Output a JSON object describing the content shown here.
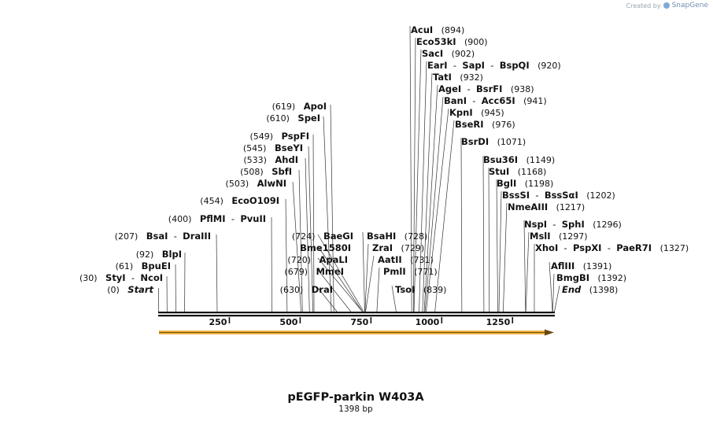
{
  "watermark": {
    "created_by": "Created by",
    "brand": "SnapGene"
  },
  "map": {
    "name": "pEGFP-parkin W403A",
    "length_label": "1398 bp",
    "length": 1398,
    "scale_ticks": [
      "250",
      "500",
      "750",
      "1000",
      "1250"
    ],
    "scale_tick_values": [
      250,
      500,
      750,
      1000,
      1250
    ],
    "feature": {
      "type": "arrow",
      "direction": "forward",
      "start": 1,
      "end": 1398,
      "color": "#f0b341"
    }
  },
  "sites": [
    {
      "id": "start",
      "side": "left",
      "pos": 0,
      "pos_label": "(0)",
      "names": [
        "Start"
      ],
      "italic": true
    },
    {
      "id": "styi",
      "side": "left",
      "pos": 30,
      "pos_label": "(30)",
      "names": [
        "StyI",
        "NcoI"
      ]
    },
    {
      "id": "bpuei",
      "side": "left",
      "pos": 61,
      "pos_label": "(61)",
      "names": [
        "BpuEI"
      ]
    },
    {
      "id": "blpi",
      "side": "left",
      "pos": 92,
      "pos_label": "(92)",
      "names": [
        "BlpI"
      ]
    },
    {
      "id": "bsai",
      "side": "left",
      "pos": 207,
      "pos_label": "(207)",
      "names": [
        "BsaI",
        "DraIII"
      ]
    },
    {
      "id": "pflmi",
      "side": "left",
      "pos": 400,
      "pos_label": "(400)",
      "names": [
        "PflMI",
        "PvuII"
      ]
    },
    {
      "id": "ecoo109i",
      "side": "left",
      "pos": 454,
      "pos_label": "(454)",
      "names": [
        "EcoO109I"
      ]
    },
    {
      "id": "alwni",
      "side": "left",
      "pos": 503,
      "pos_label": "(503)",
      "names": [
        "AlwNI"
      ]
    },
    {
      "id": "sbfi",
      "side": "left",
      "pos": 508,
      "pos_label": "(508)",
      "names": [
        "SbfI"
      ]
    },
    {
      "id": "ahdi",
      "side": "left",
      "pos": 533,
      "pos_label": "(533)",
      "names": [
        "AhdI"
      ]
    },
    {
      "id": "bseyi",
      "side": "left",
      "pos": 545,
      "pos_label": "(545)",
      "names": [
        "BseYI"
      ]
    },
    {
      "id": "pspfi",
      "side": "left",
      "pos": 549,
      "pos_label": "(549)",
      "names": [
        "PspFI"
      ]
    },
    {
      "id": "spei",
      "side": "left",
      "pos": 610,
      "pos_label": "(610)",
      "names": [
        "SpeI"
      ]
    },
    {
      "id": "apoi",
      "side": "left",
      "pos": 619,
      "pos_label": "(619)",
      "names": [
        "ApoI"
      ]
    },
    {
      "id": "drai",
      "side": "left",
      "pos": 630,
      "pos_label": "(630)",
      "names": [
        "DraI"
      ]
    },
    {
      "id": "mmei",
      "side": "left",
      "pos": 679,
      "pos_label": "(679)",
      "names": [
        "MmeI"
      ]
    },
    {
      "id": "apali",
      "side": "left",
      "pos": 720,
      "pos_label": "(720)",
      "names": [
        "ApaLI"
      ]
    },
    {
      "id": "bme1580i",
      "side": "left",
      "pos": 720,
      "pos_label": "",
      "names": [
        "Bme1580I"
      ]
    },
    {
      "id": "baegi",
      "side": "left",
      "pos": 724,
      "pos_label": "(724)",
      "names": [
        "BaeGI"
      ]
    },
    {
      "id": "bsahi",
      "side": "right",
      "pos": 728,
      "pos_label": "(728)",
      "names": [
        "BsaHI"
      ]
    },
    {
      "id": "zrai",
      "side": "right",
      "pos": 729,
      "pos_label": "(729)",
      "names": [
        "ZraI"
      ]
    },
    {
      "id": "aatii",
      "side": "right",
      "pos": 731,
      "pos_label": "(731)",
      "names": [
        "AatII"
      ]
    },
    {
      "id": "pmli",
      "side": "right",
      "pos": 771,
      "pos_label": "(771)",
      "names": [
        "PmlI"
      ]
    },
    {
      "id": "tsoi",
      "side": "right",
      "pos": 839,
      "pos_label": "(839)",
      "names": [
        "TsoI"
      ]
    },
    {
      "id": "acui",
      "side": "right",
      "pos": 894,
      "pos_label": "(894)",
      "names": [
        "AcuI"
      ]
    },
    {
      "id": "eco53ki",
      "side": "right",
      "pos": 900,
      "pos_label": "(900)",
      "names": [
        "Eco53kI"
      ]
    },
    {
      "id": "saci",
      "side": "right",
      "pos": 902,
      "pos_label": "(902)",
      "names": [
        "SacI"
      ]
    },
    {
      "id": "eari",
      "side": "right",
      "pos": 920,
      "pos_label": "(920)",
      "names": [
        "EarI",
        "SapI",
        "BspQI"
      ]
    },
    {
      "id": "tati",
      "side": "right",
      "pos": 932,
      "pos_label": "(932)",
      "names": [
        "TatI"
      ]
    },
    {
      "id": "agei",
      "side": "right",
      "pos": 938,
      "pos_label": "(938)",
      "names": [
        "AgeI",
        "BsrFI"
      ]
    },
    {
      "id": "bani",
      "side": "right",
      "pos": 941,
      "pos_label": "(941)",
      "names": [
        "BanI",
        "Acc65I"
      ]
    },
    {
      "id": "kpni",
      "side": "right",
      "pos": 945,
      "pos_label": "(945)",
      "names": [
        "KpnI"
      ]
    },
    {
      "id": "bseri",
      "side": "right",
      "pos": 976,
      "pos_label": "(976)",
      "names": [
        "BseRI"
      ]
    },
    {
      "id": "bsrdi",
      "side": "right",
      "pos": 1071,
      "pos_label": "(1071)",
      "names": [
        "BsrDI"
      ]
    },
    {
      "id": "bsu36i",
      "side": "right",
      "pos": 1149,
      "pos_label": "(1149)",
      "names": [
        "Bsu36I"
      ]
    },
    {
      "id": "stui",
      "side": "right",
      "pos": 1168,
      "pos_label": "(1168)",
      "names": [
        "StuI"
      ]
    },
    {
      "id": "bgli",
      "side": "right",
      "pos": 1198,
      "pos_label": "(1198)",
      "names": [
        "BglI"
      ]
    },
    {
      "id": "bsssi",
      "side": "right",
      "pos": 1202,
      "pos_label": "(1202)",
      "names": [
        "BssSI",
        "BssSαI"
      ]
    },
    {
      "id": "nmeaiii",
      "side": "right",
      "pos": 1217,
      "pos_label": "(1217)",
      "names": [
        "NmeAIII"
      ]
    },
    {
      "id": "nspi",
      "side": "right",
      "pos": 1296,
      "pos_label": "(1296)",
      "names": [
        "NspI",
        "SphI"
      ]
    },
    {
      "id": "msli",
      "side": "right",
      "pos": 1297,
      "pos_label": "(1297)",
      "names": [
        "MslI"
      ]
    },
    {
      "id": "xhoi",
      "side": "right",
      "pos": 1327,
      "pos_label": "(1327)",
      "names": [
        "XhoI",
        "PspXI",
        "PaeR7I"
      ]
    },
    {
      "id": "afliii",
      "side": "right",
      "pos": 1391,
      "pos_label": "(1391)",
      "names": [
        "AflIII"
      ]
    },
    {
      "id": "bmgbi",
      "side": "right",
      "pos": 1392,
      "pos_label": "(1392)",
      "names": [
        "BmgBI"
      ]
    },
    {
      "id": "end",
      "side": "right",
      "pos": 1398,
      "pos_label": "(1398)",
      "names": [
        "End"
      ],
      "italic": true
    }
  ]
}
